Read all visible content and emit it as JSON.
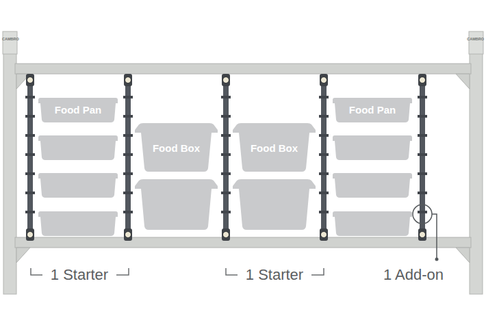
{
  "diagram": {
    "nodes": [
      {
        "text": [
          "Food Pan"
        ]
      },
      {
        "text": [
          "Food Box"
        ]
      },
      {
        "text": [
          "Food Box"
        ]
      },
      {
        "text": [
          "Food Pan"
        ]
      }
    ],
    "labels": [
      "CAMBRO",
      "CAMBRO",
      "1 Starter",
      "1 Starter",
      "1 Add-on"
    ]
  }
}
